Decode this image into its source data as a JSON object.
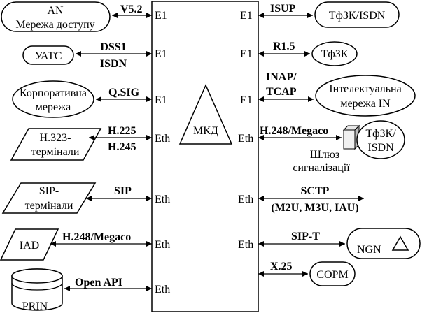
{
  "center": {
    "name": "МКД",
    "ports": {
      "left": [
        "E1",
        "E1",
        "E1",
        "Eth",
        "Eth",
        "Eth",
        "Eth"
      ],
      "right": [
        "E1",
        "E1",
        "E1",
        "Eth",
        "Eth",
        "Eth"
      ]
    }
  },
  "left": {
    "an": {
      "line1": "AN",
      "line2": "Мережа доступу",
      "protocol": "V5.2"
    },
    "uats": {
      "label": "УАТС",
      "protocol1": "DSS1",
      "protocol2": "ISDN"
    },
    "corp": {
      "line1": "Корпоративна",
      "line2": "мережа",
      "protocol": "Q.SIG"
    },
    "h323": {
      "line1": "H.323-",
      "line2": "термінали",
      "protocol1": "H.225",
      "protocol2": "H.245"
    },
    "sip": {
      "line1": "SIP-",
      "line2": "термінали",
      "protocol": "SIP"
    },
    "iad": {
      "label": "IAD",
      "protocol": "H.248/Megaco"
    },
    "prin": {
      "label": "PRIN",
      "protocol": "Open API"
    }
  },
  "right": {
    "pstn_isdn": {
      "label": "ТфЗК/ISDN",
      "protocol": "ISUP"
    },
    "pstn": {
      "label": "ТфЗК",
      "protocol": "R1.5"
    },
    "in": {
      "line1": "Інтелектуальна",
      "line2": "мережа IN",
      "protocol1": "INAP/",
      "protocol2": "TCAP"
    },
    "sg": {
      "protocol": "H.248/Megaco",
      "gateway1": "Шлюз",
      "gateway2": "сигналізації",
      "node1": "ТфЗК/",
      "node2": "ISDN"
    },
    "sctp": {
      "line1": "SCTP",
      "line2": "(M2U, M3U, IAU)"
    },
    "ngn": {
      "label": "NGN",
      "protocol": "SIP-T"
    },
    "sorm": {
      "label": "СОРМ",
      "protocol": "X.25"
    }
  }
}
